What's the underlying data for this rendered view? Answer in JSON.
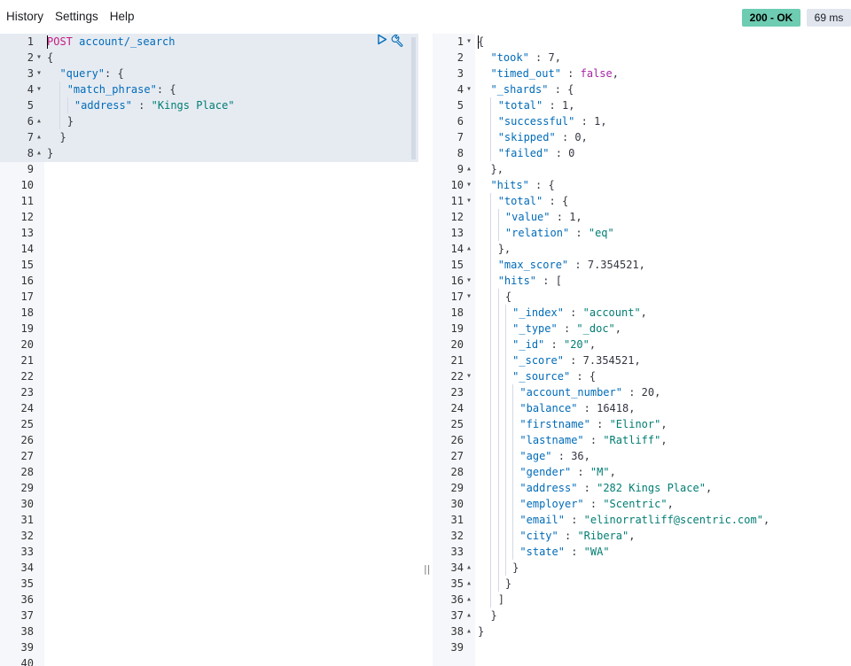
{
  "menu": {
    "items": [
      "History",
      "Settings",
      "Help"
    ]
  },
  "status": {
    "code": "200 - OK",
    "time": "69 ms",
    "ok_color": "#6dccb1"
  },
  "icons": {
    "run": "play-icon",
    "settings": "wrench-icon"
  },
  "request": {
    "method": "POST",
    "path": "account/_search",
    "lines": [
      {
        "n": "1",
        "fold": "",
        "text": "POST account/_search"
      },
      {
        "n": "2",
        "fold": "▾",
        "text": "{"
      },
      {
        "n": "3",
        "fold": "▾",
        "text": "  \"query\": {"
      },
      {
        "n": "4",
        "fold": "▾",
        "text": "    \"match_phrase\": {"
      },
      {
        "n": "5",
        "fold": "",
        "text": "      \"address\" : \"Kings Place\""
      },
      {
        "n": "6",
        "fold": "▴",
        "text": "    }"
      },
      {
        "n": "7",
        "fold": "▴",
        "text": "  }"
      },
      {
        "n": "8",
        "fold": "▴",
        "text": "}"
      }
    ],
    "empty_line_numbers": [
      "9",
      "10",
      "11",
      "12",
      "13",
      "14",
      "15",
      "16",
      "17",
      "18",
      "19",
      "20",
      "21",
      "22",
      "23",
      "24",
      "25",
      "26",
      "27",
      "28",
      "29",
      "30",
      "31",
      "32",
      "33",
      "34",
      "35",
      "36",
      "37",
      "38",
      "39",
      "40"
    ]
  },
  "response": {
    "lines": [
      {
        "n": "1",
        "fold": "▾",
        "text": "{"
      },
      {
        "n": "2",
        "fold": "",
        "text": "  \"took\" : 7,"
      },
      {
        "n": "3",
        "fold": "",
        "text": "  \"timed_out\" : false,"
      },
      {
        "n": "4",
        "fold": "▾",
        "text": "  \"_shards\" : {"
      },
      {
        "n": "5",
        "fold": "",
        "text": "    \"total\" : 1,"
      },
      {
        "n": "6",
        "fold": "",
        "text": "    \"successful\" : 1,"
      },
      {
        "n": "7",
        "fold": "",
        "text": "    \"skipped\" : 0,"
      },
      {
        "n": "8",
        "fold": "",
        "text": "    \"failed\" : 0"
      },
      {
        "n": "9",
        "fold": "▴",
        "text": "  },"
      },
      {
        "n": "10",
        "fold": "▾",
        "text": "  \"hits\" : {"
      },
      {
        "n": "11",
        "fold": "▾",
        "text": "    \"total\" : {"
      },
      {
        "n": "12",
        "fold": "",
        "text": "      \"value\" : 1,"
      },
      {
        "n": "13",
        "fold": "",
        "text": "      \"relation\" : \"eq\""
      },
      {
        "n": "14",
        "fold": "▴",
        "text": "    },"
      },
      {
        "n": "15",
        "fold": "",
        "text": "    \"max_score\" : 7.354521,"
      },
      {
        "n": "16",
        "fold": "▾",
        "text": "    \"hits\" : ["
      },
      {
        "n": "17",
        "fold": "▾",
        "text": "      {"
      },
      {
        "n": "18",
        "fold": "",
        "text": "        \"_index\" : \"account\","
      },
      {
        "n": "19",
        "fold": "",
        "text": "        \"_type\" : \"_doc\","
      },
      {
        "n": "20",
        "fold": "",
        "text": "        \"_id\" : \"20\","
      },
      {
        "n": "21",
        "fold": "",
        "text": "        \"_score\" : 7.354521,"
      },
      {
        "n": "22",
        "fold": "▾",
        "text": "        \"_source\" : {"
      },
      {
        "n": "23",
        "fold": "",
        "text": "          \"account_number\" : 20,"
      },
      {
        "n": "24",
        "fold": "",
        "text": "          \"balance\" : 16418,"
      },
      {
        "n": "25",
        "fold": "",
        "text": "          \"firstname\" : \"Elinor\","
      },
      {
        "n": "26",
        "fold": "",
        "text": "          \"lastname\" : \"Ratliff\","
      },
      {
        "n": "27",
        "fold": "",
        "text": "          \"age\" : 36,"
      },
      {
        "n": "28",
        "fold": "",
        "text": "          \"gender\" : \"M\","
      },
      {
        "n": "29",
        "fold": "",
        "text": "          \"address\" : \"282 Kings Place\","
      },
      {
        "n": "30",
        "fold": "",
        "text": "          \"employer\" : \"Scentric\","
      },
      {
        "n": "31",
        "fold": "",
        "text": "          \"email\" : \"elinorratliff@scentric.com\","
      },
      {
        "n": "32",
        "fold": "",
        "text": "          \"city\" : \"Ribera\","
      },
      {
        "n": "33",
        "fold": "",
        "text": "          \"state\" : \"WA\""
      },
      {
        "n": "34",
        "fold": "▴",
        "text": "        }"
      },
      {
        "n": "35",
        "fold": "▴",
        "text": "      }"
      },
      {
        "n": "36",
        "fold": "▴",
        "text": "    ]"
      },
      {
        "n": "37",
        "fold": "▴",
        "text": "  }"
      },
      {
        "n": "38",
        "fold": "▴",
        "text": "}"
      },
      {
        "n": "39",
        "fold": "",
        "text": ""
      }
    ]
  },
  "resizer_glyph": "||"
}
